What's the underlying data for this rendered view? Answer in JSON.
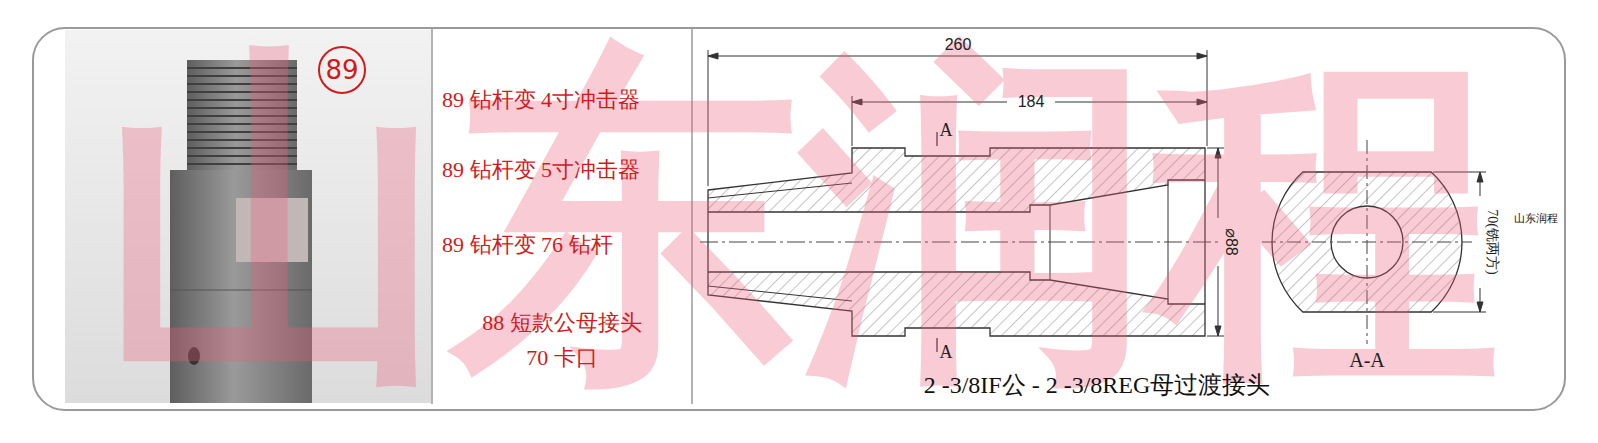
{
  "diagram": {
    "nodes": [
      {
        "text": [
          "89"
        ]
      }
    ],
    "labels": [
      "89 钻杆变 4寸冲击器",
      "89 钻杆变 5寸冲击器",
      "89 钻杆变 76 钻杆",
      "88 短款公母接头",
      "70 卡口",
      "260",
      "184",
      "A",
      "A",
      "⌀88",
      "70(铣两方)",
      "A-A",
      "2 -3/8IF公 - 2 -3/8REG母过渡接头",
      "山东润程",
      "山东润程"
    ]
  }
}
